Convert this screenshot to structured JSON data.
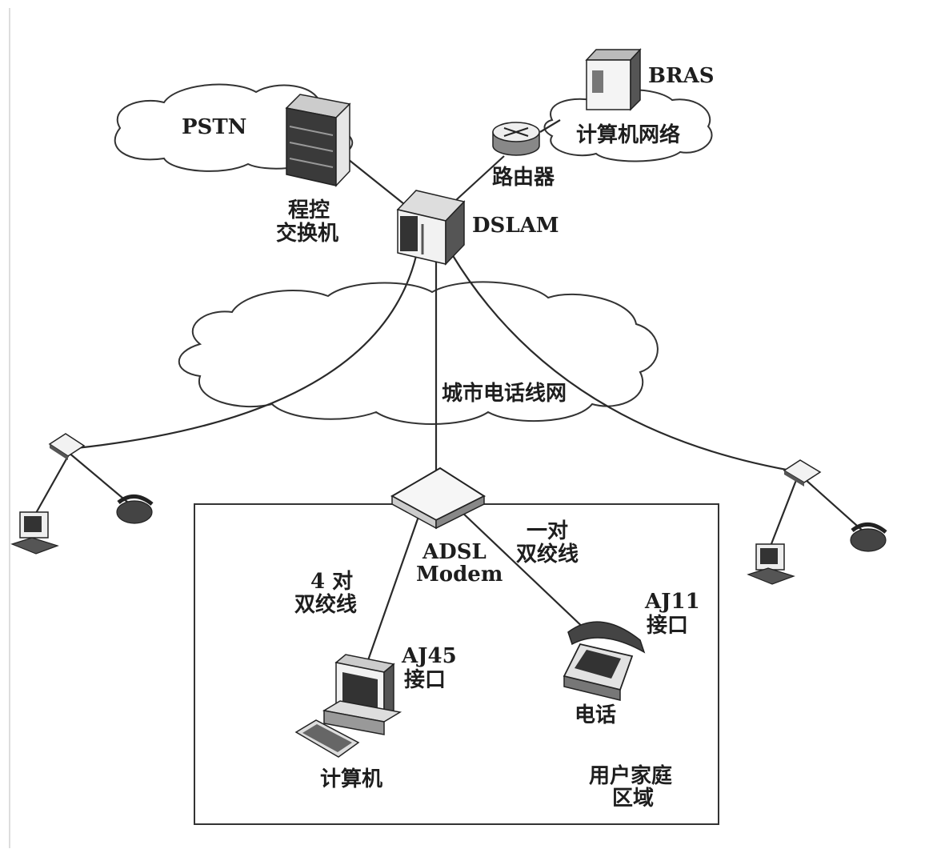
{
  "labels": {
    "pstn": "PSTN",
    "switch_line1": "程控",
    "switch_line2": "交换机",
    "dslam": "DSLAM",
    "router": "路由器",
    "bras": "BRAS",
    "computer_network": "计算机网络",
    "city_phone_network": "城市电话线网",
    "adsl_line1": "ADSL",
    "adsl_line2": "Modem",
    "four_pair_line1": "4 对",
    "four_pair_line2": "双绞线",
    "one_pair_line1": "一对",
    "one_pair_line2": "双绞线",
    "aj45_line1": "AJ45",
    "aj45_line2": "接口",
    "aj11_line1": "AJ11",
    "aj11_line2": "接口",
    "computer": "计算机",
    "telephone": "电话",
    "home_line1": "用户家庭",
    "home_line2": "区域"
  },
  "colors": {
    "line": "#2a2a2a",
    "device_dark": "#3a3a3a",
    "device_light": "#e6e6e6"
  }
}
